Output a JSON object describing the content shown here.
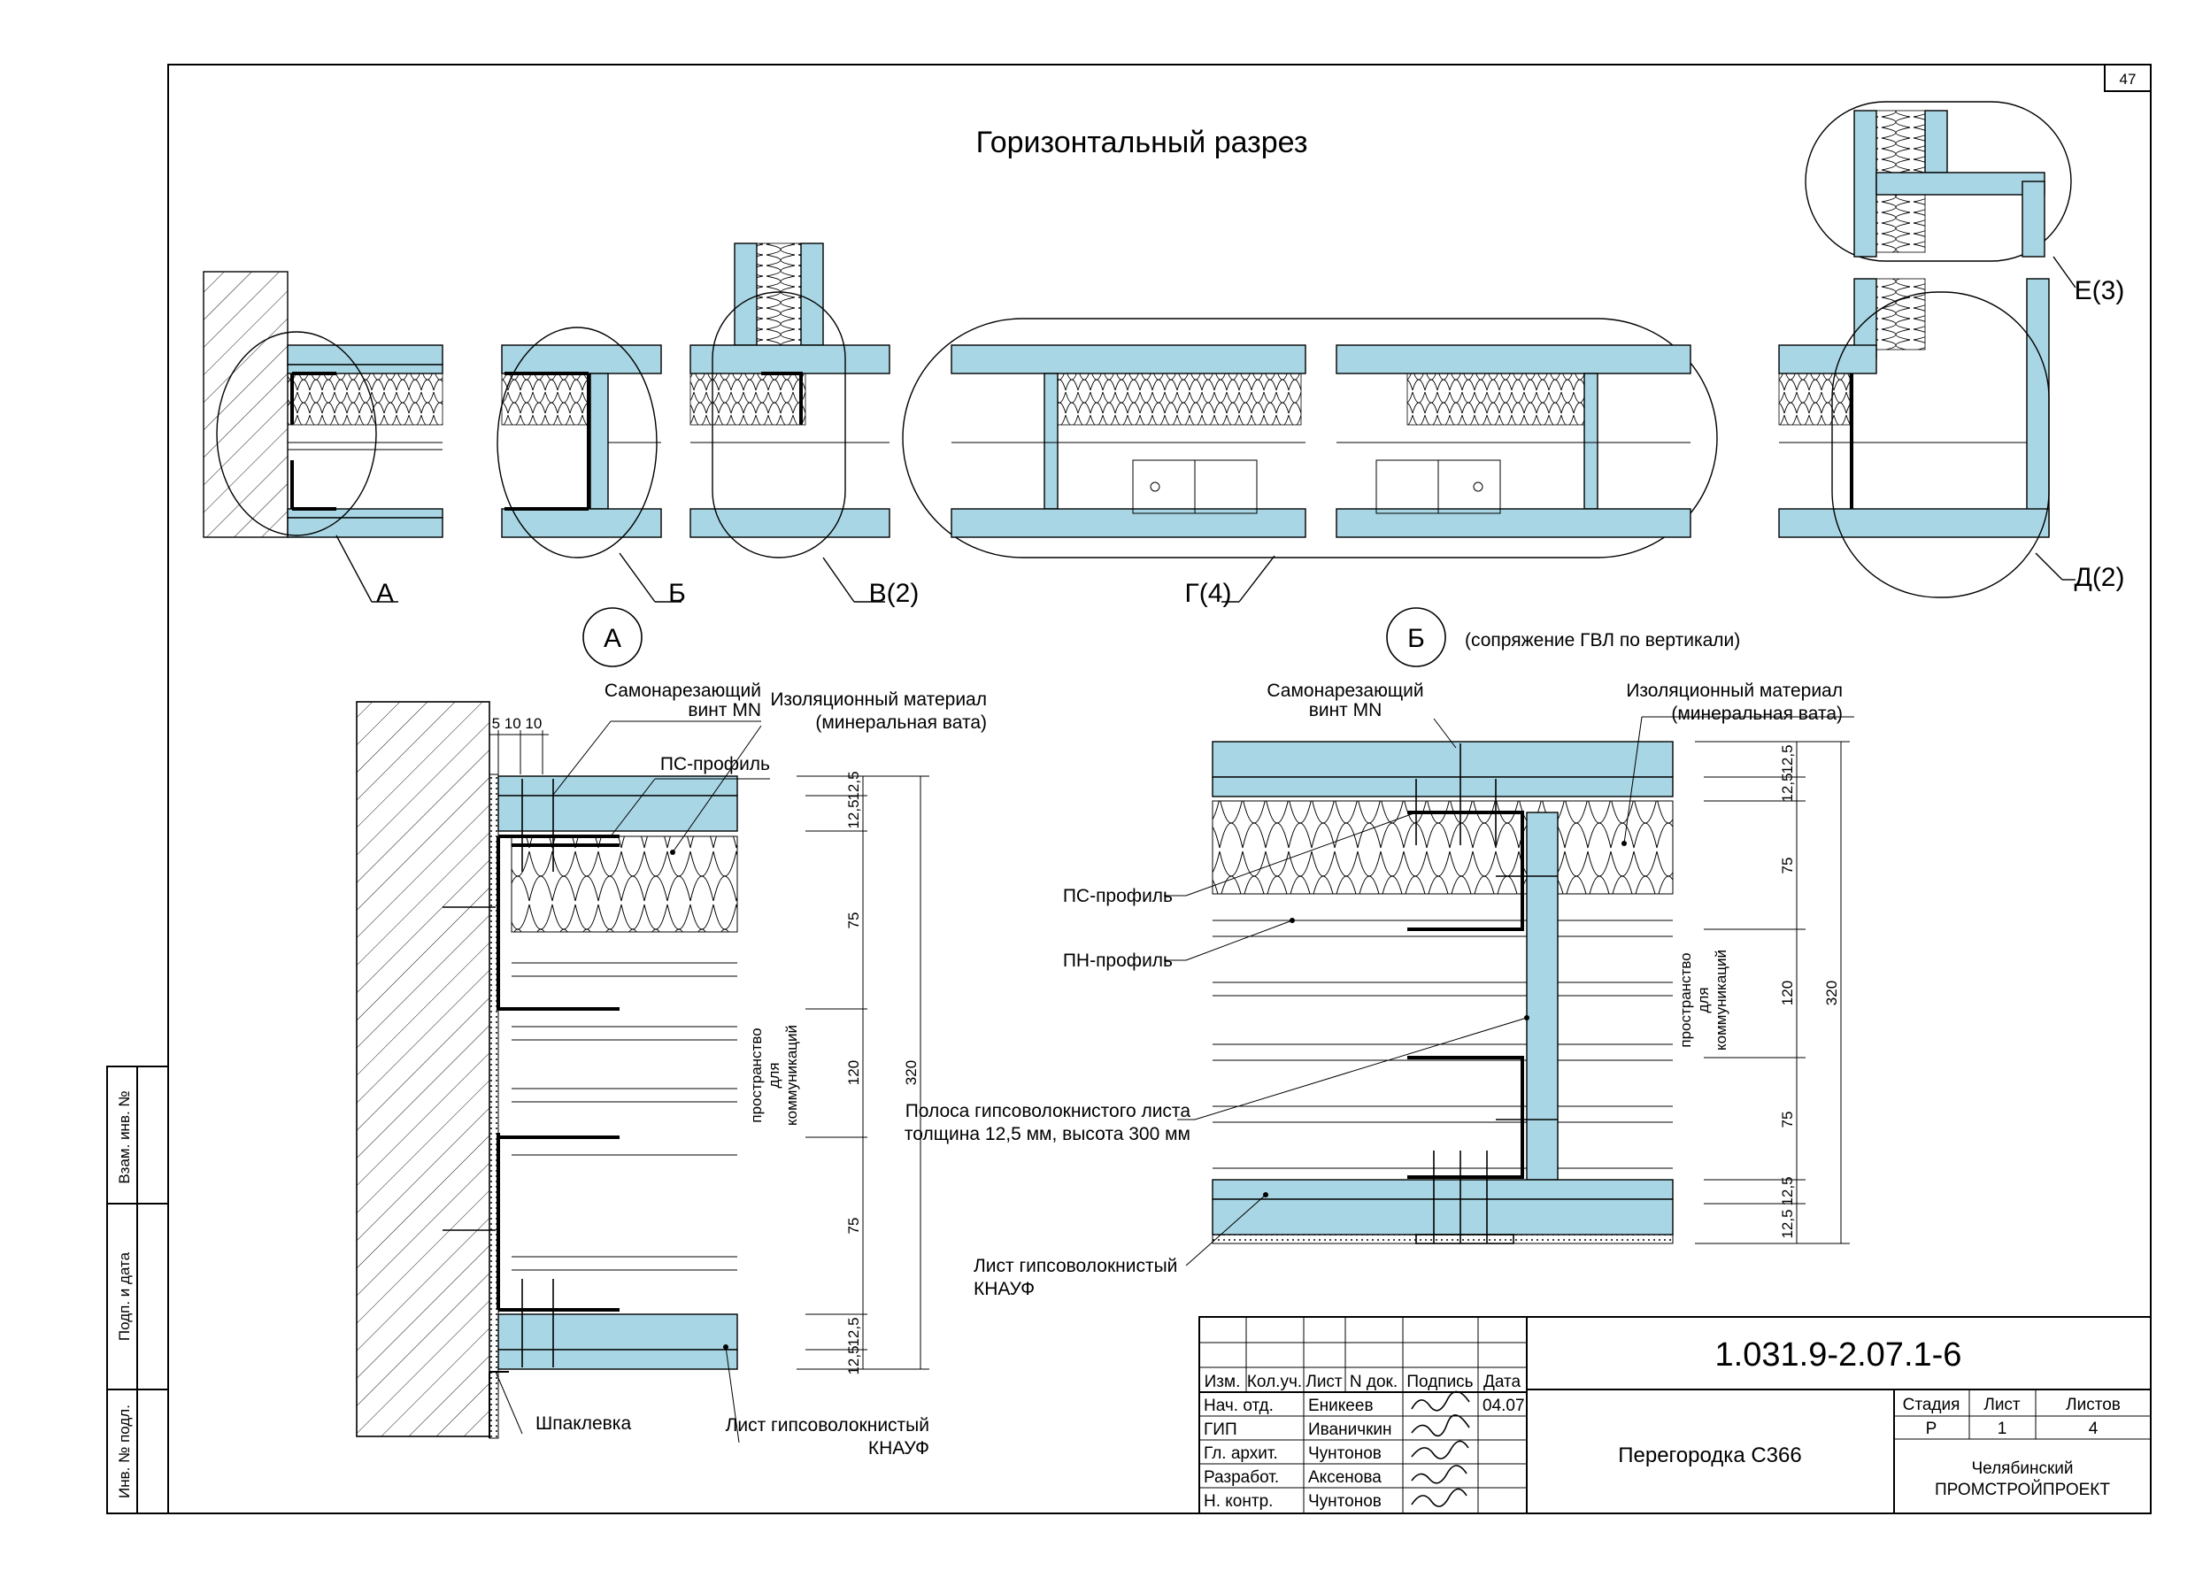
{
  "sheet": {
    "page_number": "47",
    "title": "Горизонтальный разрез"
  },
  "overview": {
    "callouts": [
      "А",
      "Б",
      "В(2)",
      "Г(4)",
      "Д(2)",
      "Е(3)"
    ]
  },
  "detail_a": {
    "marker": "А",
    "dims_top": "5 10 10",
    "labels": {
      "screw": "Самонарезающий\nвинт MN",
      "ps_profile": "ПС-профиль",
      "insulation": "Изоляционный материал\n(минеральная вата)",
      "putty": "Шпаклевка",
      "sheet": "Лист гипсоволокнистый\nКНАУФ",
      "services": "пространство\nдля\nкоммуникаций"
    },
    "dims": {
      "d125": "12,5",
      "d75": "75",
      "d120": "120",
      "d320": "320"
    }
  },
  "detail_b": {
    "marker": "Б",
    "marker_note": "(сопряжение ГВЛ по вертикали)",
    "labels": {
      "screw": "Самонарезающий\nвинт MN",
      "insulation": "Изоляционный материал\n(минеральная вата)",
      "ps_profile": "ПС-профиль",
      "pn_profile": "ПН-профиль",
      "strip": "Полоса гипсоволокнистого листа\nтолщина 12,5 мм, высота 300 мм",
      "sheet": "Лист гипсоволокнистый\nКНАУФ",
      "services": "пространство\nдля\nкоммуникаций"
    },
    "dims": {
      "d125": "12,5",
      "d75": "75",
      "d120": "120",
      "d320": "320"
    }
  },
  "side_stamp": [
    "Взам. инв. №",
    "Подп. и дата",
    "Инв. № подл."
  ],
  "title_block": {
    "code": "1.031.9-2.07.1-6",
    "name": "Перегородка С366",
    "org": "Челябинский\nПРОМСТРОЙПРОЕКТ",
    "headers": [
      "Изм.",
      "Кол.уч.",
      "Лист",
      "N док.",
      "Подпись",
      "Дата"
    ],
    "rows": [
      {
        "role": "Нач. отд.",
        "person": "Еникеев",
        "date": "04.07."
      },
      {
        "role": "ГИП",
        "person": "Иваничкин",
        "date": ""
      },
      {
        "role": "Гл. архит.",
        "person": "Чунтонов",
        "date": ""
      },
      {
        "role": "Разработ.",
        "person": "Аксенова",
        "date": ""
      },
      {
        "role": "Н. контр.",
        "person": "Чунтонов",
        "date": ""
      }
    ],
    "stage_header": [
      "Стадия",
      "Лист",
      "Листов"
    ],
    "stage_values": [
      "Р",
      "1",
      "4"
    ]
  },
  "colors": {
    "board": "#a9d6e4",
    "line": "#000000"
  }
}
